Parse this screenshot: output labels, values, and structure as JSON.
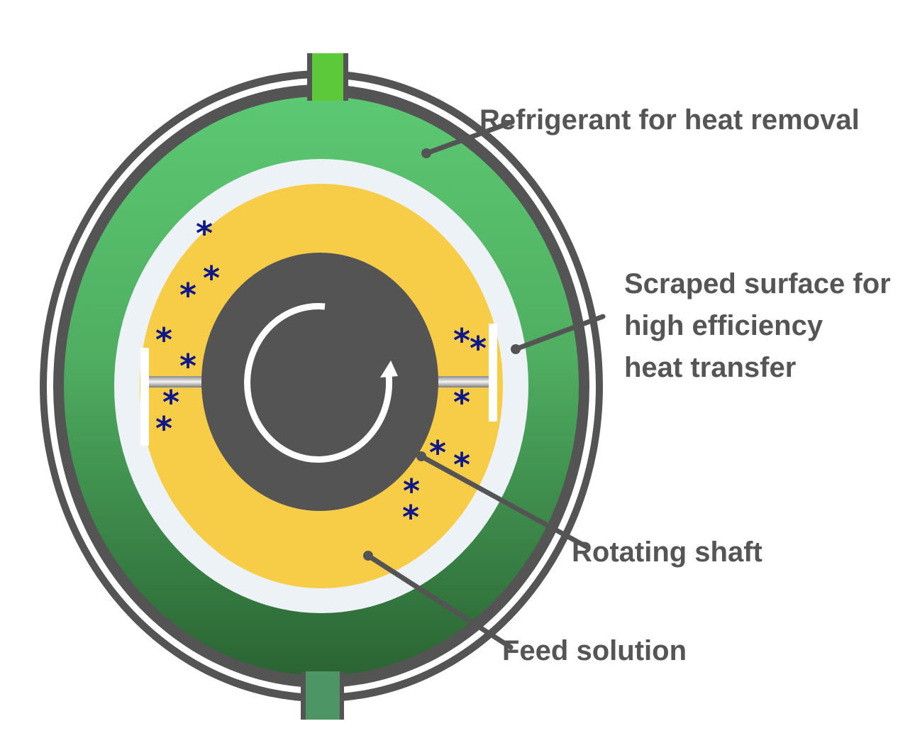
{
  "labels": {
    "refrigerant": "Refrigerant for heat removal",
    "scraped_line1": "Scraped surface for",
    "scraped_line2": "high efficiency",
    "scraped_line3": "heat transfer",
    "shaft": "Rotating shaft",
    "feed": "Feed solution"
  },
  "particle_symbol": "*",
  "colors": {
    "shell": "#545454",
    "refrigerant_top": "#5cc872",
    "refrigerant_bottom": "#2a6433",
    "scraped_surface": "#edf2f6",
    "feed_solution": "#f7cc47",
    "shaft": "#545454",
    "inlet_port": "#5cc93a",
    "outlet_port": "#4e9566",
    "particle": "#0e1889",
    "leader_line": "#545454",
    "label_text": "#555555"
  },
  "icons": [
    "rotation-arrow-icon",
    "blade-icon",
    "rod-icon"
  ]
}
